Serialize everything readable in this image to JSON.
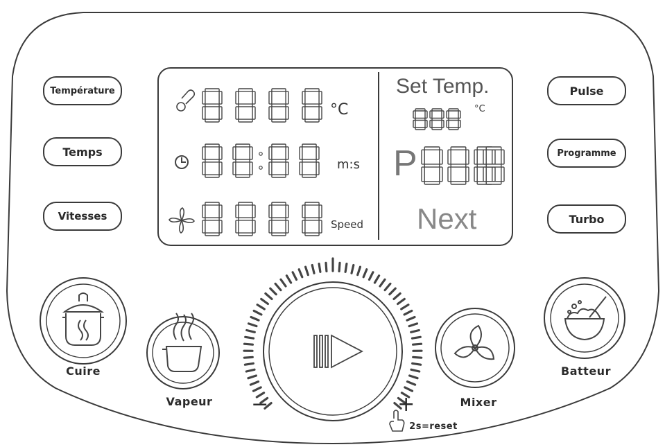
{
  "left_buttons": [
    {
      "label": "Température"
    },
    {
      "label": "Temps"
    },
    {
      "label": "Vitesses"
    }
  ],
  "right_buttons": [
    {
      "label": "Pulse"
    },
    {
      "label": "Programme"
    },
    {
      "label": "Turbo"
    }
  ],
  "display": {
    "temp_unit": "°C",
    "time_unit": "m:s",
    "speed_unit": "Speed",
    "set_temp_label": "Set Temp.",
    "set_temp_unit": "°C",
    "program_prefix": "P",
    "next_label": "Next"
  },
  "programs": [
    {
      "label": "Cuire"
    },
    {
      "label": "Vapeur"
    },
    {
      "label": "Mixer"
    },
    {
      "label": "Batteur"
    }
  ],
  "dial": {
    "minus": "−",
    "plus": "+",
    "reset_hint": "2s=reset"
  }
}
